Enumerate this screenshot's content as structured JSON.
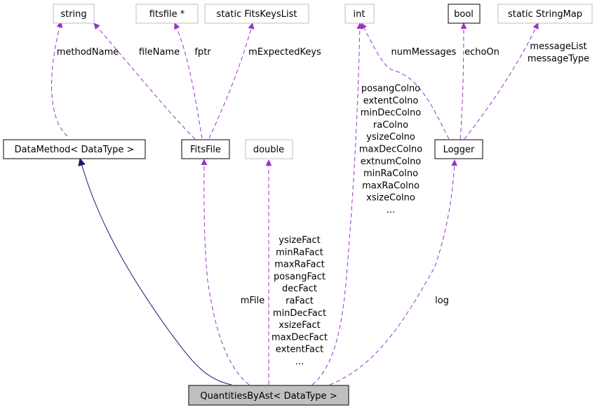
{
  "colors": {
    "background": "#ffffff",
    "usage_edge": "#9a32cd",
    "inherit_edge": "#191970",
    "node_border_documented": "#000000",
    "node_border_external": "#bfbfbf",
    "focus_fill": "#bfbfbf"
  },
  "nodes": {
    "string": {
      "label": "string",
      "style": "external"
    },
    "fitsfile_ptr": {
      "label": "fitsfile *",
      "style": "external"
    },
    "fitskeyslist": {
      "label": "static FitsKeysList",
      "style": "external"
    },
    "int": {
      "label": "int",
      "style": "external"
    },
    "bool": {
      "label": "bool",
      "style": "documented"
    },
    "stringmap": {
      "label": "static StringMap",
      "style": "external"
    },
    "datamethod": {
      "label": "DataMethod< DataType >",
      "style": "documented"
    },
    "fitsfile_class": {
      "label": "FitsFile",
      "style": "documented"
    },
    "double": {
      "label": "double",
      "style": "external"
    },
    "logger": {
      "label": "Logger",
      "style": "documented"
    },
    "quantities": {
      "label": "QuantitiesByAst< DataType >",
      "style": "focus"
    }
  },
  "edge_labels": {
    "method_name": [
      "methodName"
    ],
    "file_name": [
      "fileName"
    ],
    "fptr": [
      "fptr"
    ],
    "expected_keys": [
      "mExpectedKeys"
    ],
    "num_messages": [
      "numMessages"
    ],
    "echo_on": [
      "echoOn"
    ],
    "message_list": [
      "messageList",
      "messageType"
    ],
    "int_members": [
      "posangColno",
      "extentColno",
      "minDecColno",
      "raColno",
      "ysizeColno",
      "maxDecColno",
      "extnumColno",
      "minRaColno",
      "maxRaColno",
      "xsizeColno",
      "..."
    ],
    "double_members": [
      "ysizeFact",
      "minRaFact",
      "maxRaFact",
      "posangFact",
      "decFact",
      "raFact",
      "minDecFact",
      "xsizeFact",
      "maxDecFact",
      "extentFact",
      "..."
    ],
    "m_file": [
      "mFile"
    ],
    "log": [
      "log"
    ]
  }
}
